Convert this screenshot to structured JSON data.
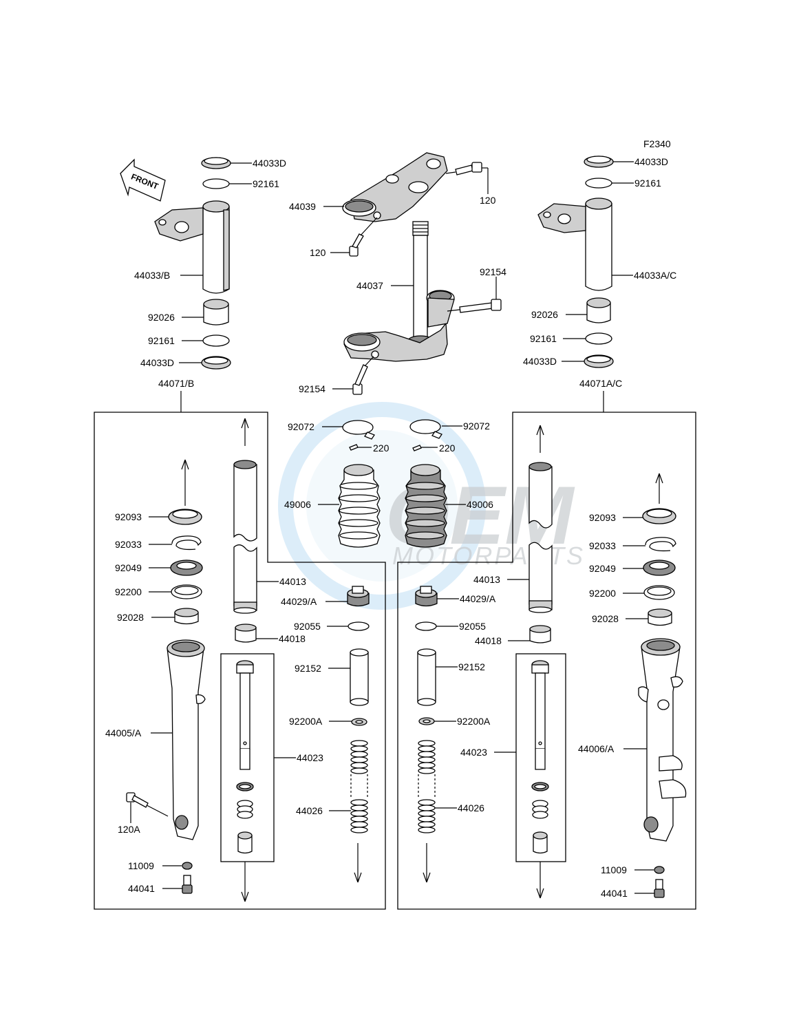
{
  "figure_code": "F2340",
  "front_arrow_text": "FRONT",
  "watermark": {
    "logo_text": "OEM",
    "sub_text": "MOTORPARTS",
    "color": "#4aa3df",
    "color2": "#9aa0a6"
  },
  "labels": {
    "l_44033D_top": "44033D",
    "l_92161_top": "92161",
    "l_44033B": "44033/B",
    "l_92026": "92026",
    "l_92161_bot": "92161",
    "l_44033D_bot": "44033D",
    "l_44071B": "44071/B",
    "r_44033D_top": "44033D",
    "r_92161_top": "92161",
    "r_44033AC": "44033A/C",
    "r_92026": "92026",
    "r_92161_bot": "92161",
    "r_44033D_bot": "44033D",
    "r_44071AC": "44071A/C",
    "c_44039": "44039",
    "c_120_right": "120",
    "c_120_left": "120",
    "c_44037": "44037",
    "c_92154_right": "92154",
    "c_92154_left": "92154",
    "c_92072_left": "92072",
    "c_220_left": "220",
    "c_92072_right": "92072",
    "c_220_right": "220",
    "c_49006_left": "49006",
    "c_49006_right": "49006",
    "lb_92093": "92093",
    "lb_92033": "92033",
    "lb_92049": "92049",
    "lb_92200": "92200",
    "lb_92028": "92028",
    "lb_44005A": "44005/A",
    "lb_120A": "120A",
    "lb_11009": "11009",
    "lb_44041": "44041",
    "lb_44013": "44013",
    "lb_44018": "44018",
    "lb_44023": "44023",
    "lb_44029A": "44029/A",
    "lb_92055": "92055",
    "lb_92152": "92152",
    "lb_92200A": "92200A",
    "lb_44026": "44026",
    "rb_44029A": "44029/A",
    "rb_92055": "92055",
    "rb_92152": "92152",
    "rb_92200A": "92200A",
    "rb_44026": "44026",
    "rb_44013": "44013",
    "rb_44018": "44018",
    "rb_44023": "44023",
    "rb_92093": "92093",
    "rb_92033": "92033",
    "rb_92049": "92049",
    "rb_92200": "92200",
    "rb_92028": "92028",
    "rb_44006A": "44006/A",
    "rb_11009": "11009",
    "rb_44041": "44041"
  }
}
